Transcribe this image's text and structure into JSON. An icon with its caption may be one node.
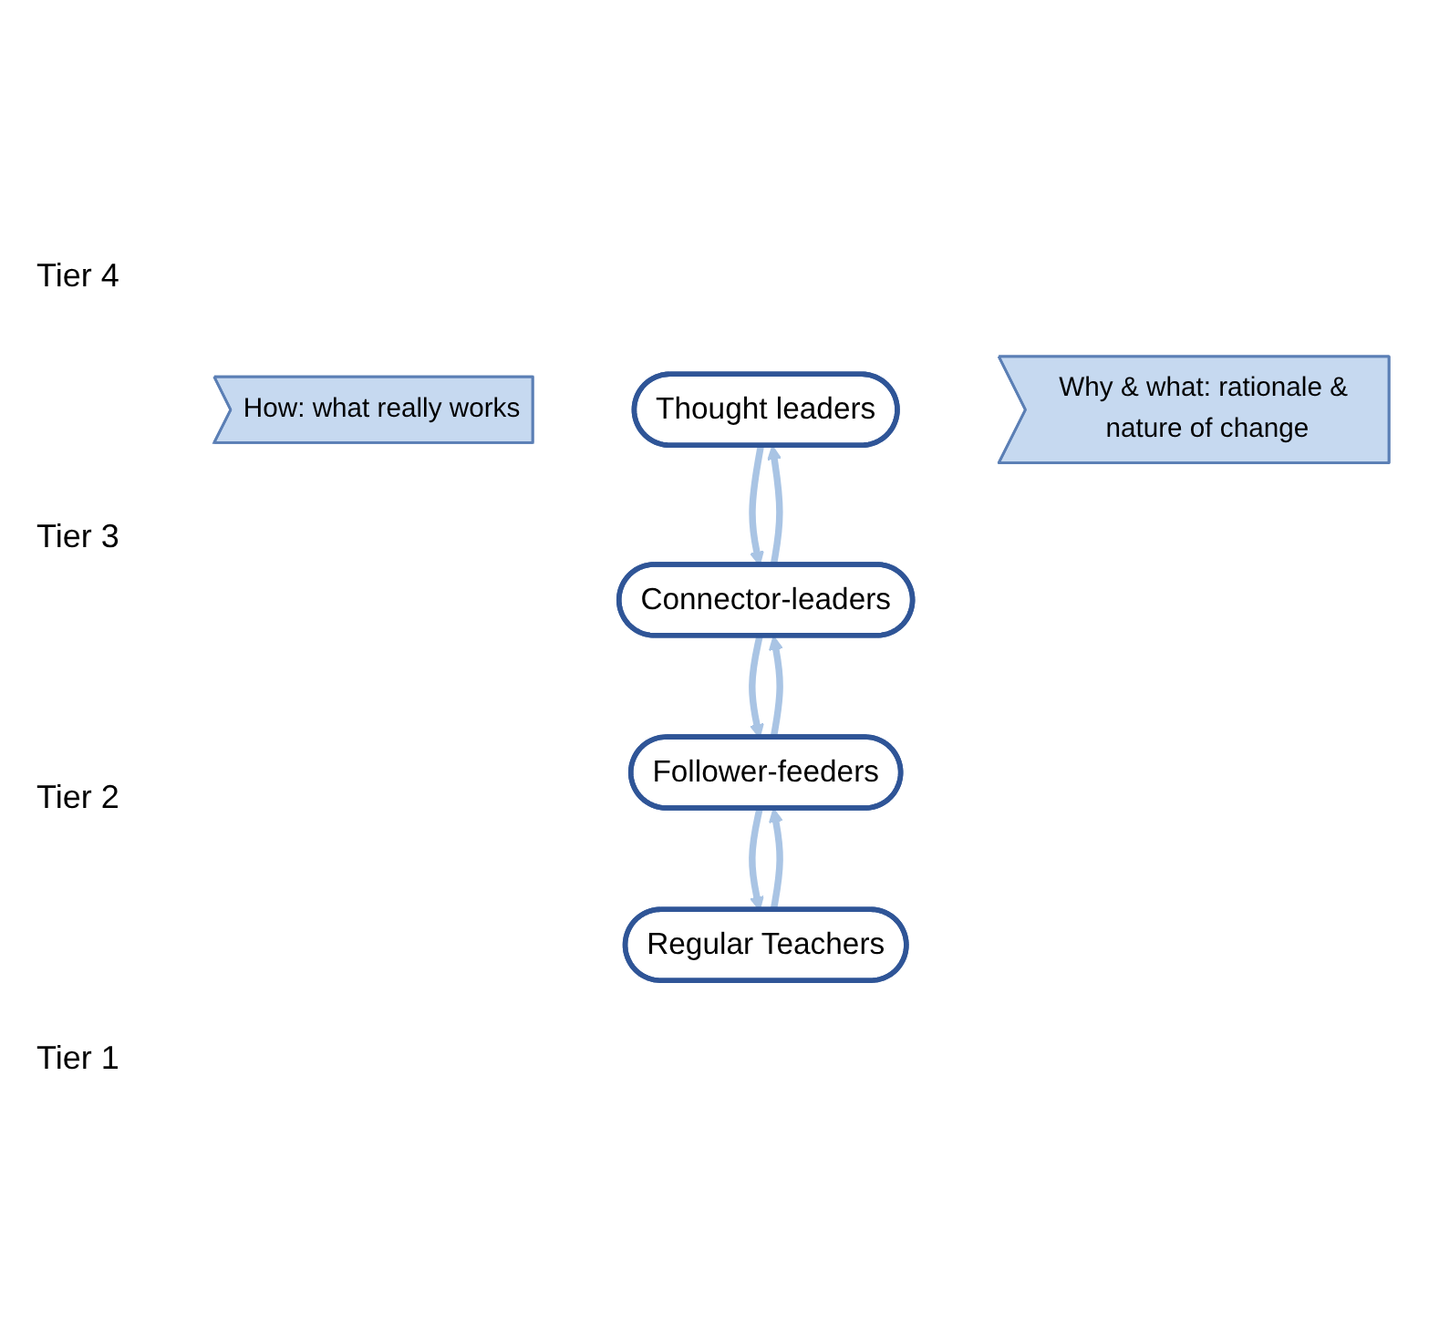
{
  "diagram": {
    "nodes": [
      {
        "text": [
          "How: what really works"
        ]
      },
      {
        "text": [
          "Thought leaders"
        ]
      },
      {
        "text": [
          "Connector-leaders"
        ]
      },
      {
        "text": [
          "Follower-feeders"
        ]
      },
      {
        "text": [
          "Regular Teachers"
        ]
      },
      {
        "text": [
          "Why & what: rationale & nature of change"
        ]
      }
    ],
    "edges": [
      {
        "from": 2,
        "to": 1,
        "arrow": "to"
      },
      {
        "from": 1,
        "to": 2,
        "arrow": "to"
      },
      {
        "from": 3,
        "to": 2,
        "arrow": "to"
      },
      {
        "from": 2,
        "to": 3,
        "arrow": "to"
      },
      {
        "from": 4,
        "to": 3,
        "arrow": "to"
      },
      {
        "from": 3,
        "to": 4,
        "arrow": "to"
      }
    ],
    "labels": [
      "Tier 4",
      "Tier 3",
      "Tier 2",
      "Tier 1"
    ]
  }
}
